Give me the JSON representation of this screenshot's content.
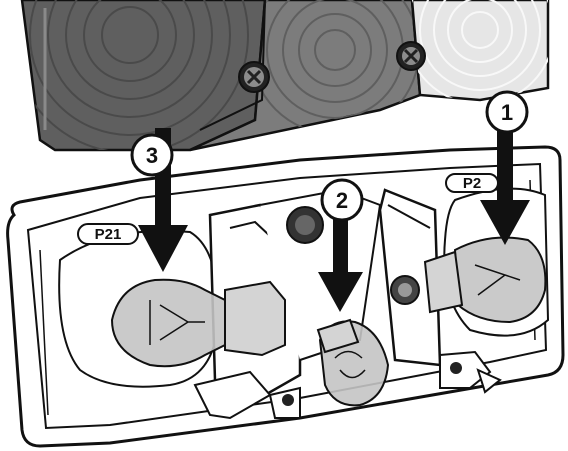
{
  "callouts": [
    {
      "id": "step-1",
      "number": "1"
    },
    {
      "id": "step-2",
      "number": "2"
    },
    {
      "id": "step-3",
      "number": "3"
    }
  ],
  "bulb_labels": {
    "left_socket": "P21",
    "right_socket": "P2"
  },
  "colors": {
    "housing_dark": "#5f5f5f",
    "housing_mid": "#7c7c7c",
    "housing_light": "#e6e6e6",
    "outline": "#111111",
    "bulb_glass": "#c4c4c4",
    "arrow": "#111111",
    "background": "#ffffff"
  }
}
